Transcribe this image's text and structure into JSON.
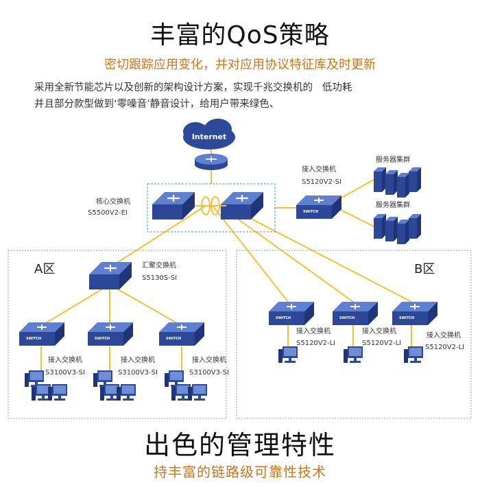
{
  "header": {
    "title": "丰富的QoS策略",
    "subtitle": "密切跟踪应用变化，并对应用协议特征库及时更新",
    "description_line1": "采用全新节能芯片以及创新的架构设计方案，实现千兆交换机的   低功耗",
    "description_line2": "并且部分款型做到‘零噪音’静音设计，给用户带来绿色、"
  },
  "diagram": {
    "internet": "Internet",
    "core_role": "核心交换机",
    "core_model": "S5500V2-EI",
    "top_access_role": "接入交换机",
    "top_access_model": "S5120V2-SI",
    "server_cluster_1": "服务器集群",
    "server_cluster_2": "服务器集群",
    "zone_a": "A区",
    "zone_b": "B区",
    "agg_role": "汇聚交换机",
    "agg_model": "S5130S-SI",
    "switch_badge": "SWITCH",
    "zone_a_access": [
      {
        "role": "接入交换机",
        "model": "S3100V3-SI"
      },
      {
        "role": "接入交换机",
        "model": "S3100V3-SI"
      },
      {
        "role": "接入交换机",
        "model": "S3100V3-SI"
      }
    ],
    "zone_b_access": [
      {
        "role": "接入交换机",
        "model": "S5120V2-LI"
      },
      {
        "role": "接入交换机",
        "model": "S5120V2-LI"
      },
      {
        "role": "接入交换机",
        "model": "S5120V2-LI"
      }
    ],
    "colors": {
      "link": "#f2c230",
      "device": "#2d4a9a",
      "device_top": "#4d6bc0",
      "zone_border": "#8a9bb0",
      "core_border": "#3a9ad9"
    }
  },
  "footer": {
    "title": "出色的管理特性",
    "subtitle": "持丰富的链路级可靠性技术"
  }
}
